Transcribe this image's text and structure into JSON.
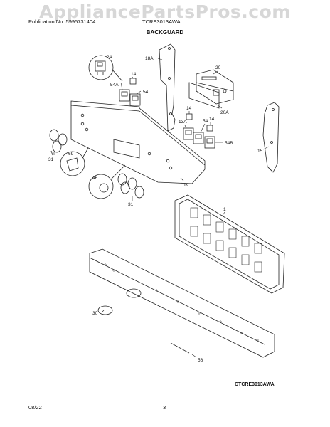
{
  "header": {
    "watermark": "AppliancePartsPros.com",
    "publication": "Publication No: 5995731404",
    "model": "TCRE3013AWA",
    "title": "BACKGUARD"
  },
  "callouts": {
    "p24": "24",
    "p14a": "14",
    "p54a_top": "54A",
    "p54_top": "54",
    "p18a": "18A",
    "p20": "20",
    "p20a": "20A",
    "p14b": "14",
    "p13a": "13A",
    "p54_mid": "54",
    "p14c": "14",
    "p54b": "54B",
    "p15": "15",
    "p31_left": "31",
    "p69": "69",
    "p46": "46",
    "p19": "19",
    "p31_bottom": "31",
    "p1": "1",
    "p30": "30",
    "p56": "56"
  },
  "footer": {
    "caption": "CTCRE3013AWA",
    "date": "08/22",
    "page": "3"
  }
}
